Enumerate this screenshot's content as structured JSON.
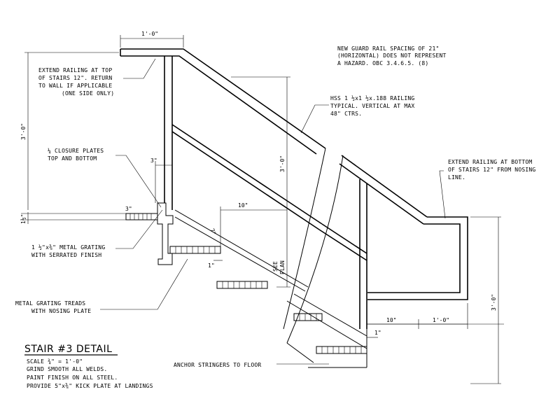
{
  "title": {
    "heading": "STAIR #3 DETAIL",
    "scale": "SCALE ¾\" = 1'-0\"",
    "notes": [
      "GRIND SMOOTH ALL WELDS.",
      "PAINT FINISH ON ALL STEEL.",
      "PROVIDE 5\"x⅜\" KICK PLATE AT LANDINGS"
    ]
  },
  "notes": {
    "guard_spacing": [
      "NEW GUARD RAIL SPACING OF 21\"",
      "(HORIZONTAL) DOES NOT REPRESENT",
      "A HAZARD. OBC 3.4.6.5. (8)"
    ],
    "hss_railing": [
      "HSS 1 ½x1 ½x.188 RAILING",
      "TYPICAL. VERTICAL AT MAX",
      "48\" CTRS."
    ],
    "extend_top": [
      "EXTEND RAILING AT TOP",
      "OF STAIRS 12\". RETURN",
      "TO WALL IF APPLICABLE",
      "(ONE SIDE ONLY)"
    ],
    "closure_plates": [
      "¼ CLOSURE PLATES",
      "TOP AND BOTTOM"
    ],
    "extend_bottom": [
      "EXTEND RAILING AT BOTTOM",
      "OF STAIRS 12\" FROM NOSING",
      "LINE."
    ],
    "metal_grating": [
      "1 ½\"x⅜\" METAL GRATING",
      "WITH SERRATED FINISH"
    ],
    "grating_treads": [
      "METAL GRATING TREADS",
      "WITH NOSING PLATE"
    ],
    "anchor": "ANCHOR STRINGERS TO FLOOR",
    "see_plan": [
      "SEE",
      "PLAN"
    ]
  },
  "dimensions": {
    "top_ext": "1'-0\"",
    "left_height": "3'-0\"",
    "mid_height": "3'-0\"",
    "right_height": "3'-0\"",
    "landing_thk": "1½\"",
    "offset_3a": "3\"",
    "offset_3b": "3\"",
    "tread_10_top": "10\"",
    "riser_7": "7\"",
    "nosing_1a": "1\"",
    "tread_10_bottom": "10\"",
    "bottom_ext": "1'-0\"",
    "nosing_1b": "1\""
  }
}
